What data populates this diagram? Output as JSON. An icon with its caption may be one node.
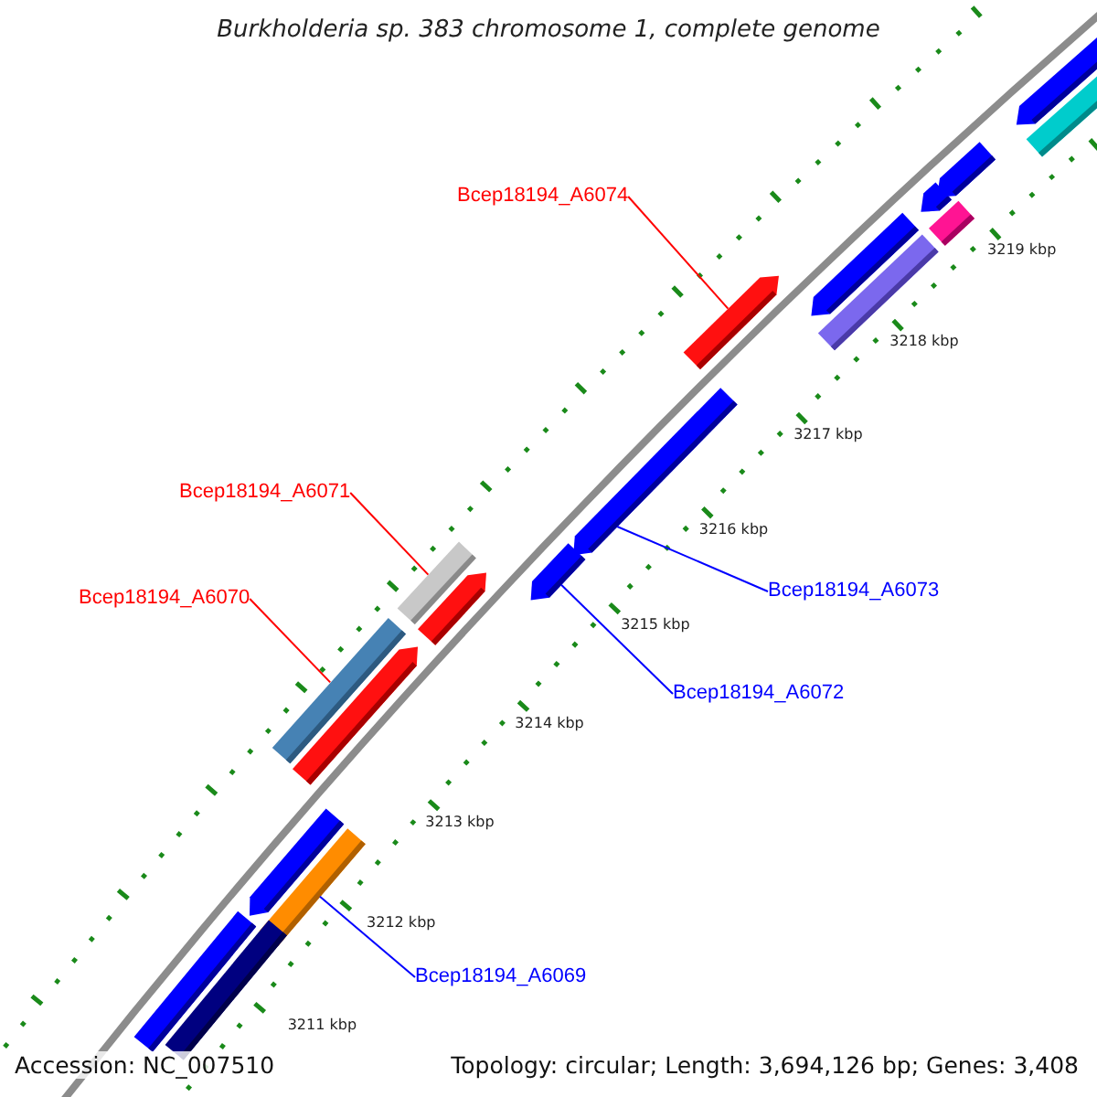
{
  "diagram": {
    "title": "Burkholderia sp. 383 chromosome 1, complete genome",
    "nodes": [
      {
        "text": [
          "Bcep18194_A6074"
        ]
      },
      {
        "text": [],
        "shape": "bar"
      },
      {
        "text": [
          "Bcep18194_A6071"
        ]
      },
      {
        "text": [],
        "shape": "bar"
      },
      {
        "text": [
          "Bcep18194_A6070"
        ]
      },
      {
        "text": [],
        "shape": "bar"
      },
      {
        "text": [
          "Bcep18194_A6073"
        ]
      },
      {
        "text": [],
        "shape": "bar"
      },
      {
        "text": [
          "Bcep18194_A6072"
        ]
      },
      {
        "text": [],
        "shape": "bar"
      },
      {
        "text": [
          "Bcep18194_A6069"
        ]
      },
      {
        "text": [],
        "shape": "bar"
      },
      {
        "text": [],
        "shape": "bar"
      },
      {
        "text": [],
        "shape": "bar"
      },
      {
        "text": [],
        "shape": "bar"
      },
      {
        "text": [],
        "shape": "bar"
      },
      {
        "text": [],
        "shape": "bar"
      },
      {
        "text": [],
        "shape": "bar"
      },
      {
        "text": [],
        "shape": "bar"
      },
      {
        "text": [],
        "shape": "bar"
      },
      {
        "text": [],
        "shape": "bar"
      },
      {
        "text": [],
        "shape": "bar"
      },
      {
        "text": [],
        "shape": "bar"
      },
      {
        "text": [],
        "shape": "bar"
      }
    ],
    "edges": [
      {
        "from": 0,
        "to": 1,
        "arrow": "none",
        "color": "#ff0000"
      },
      {
        "from": 2,
        "to": 3,
        "arrow": "none",
        "color": "#ff0000"
      },
      {
        "from": 4,
        "to": 5,
        "arrow": "none",
        "color": "#ff0000"
      },
      {
        "from": 6,
        "to": 7,
        "arrow": "none",
        "color": "#0000ff"
      },
      {
        "from": 8,
        "to": 9,
        "arrow": "none",
        "color": "#0000ff"
      },
      {
        "from": 10,
        "to": 11,
        "arrow": "none",
        "color": "#0000ff"
      }
    ],
    "labels": [
      "3219 kbp",
      "3218 kbp",
      "3217 kbp",
      "3216 kbp",
      "3215 kbp",
      "3214 kbp",
      "3213 kbp",
      "3212 kbp",
      "3211 kbp",
      "Accession: NC_007510",
      "Topology: circular; Length: 3,694,126 bp; Genes: 3,408"
    ]
  }
}
